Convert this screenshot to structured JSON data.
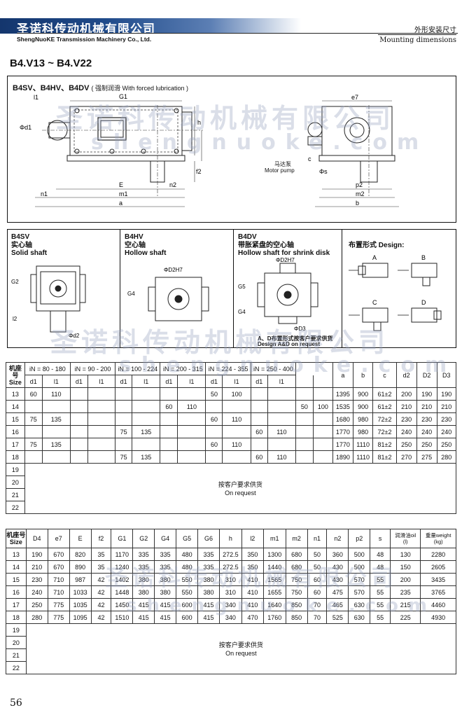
{
  "header": {
    "company_cn": "圣诺科传动机械有限公司",
    "company_en": "ShengNuoKE Transmission Machinery Co., Ltd.",
    "section_cn": "外形安装尺寸",
    "section_en": "Mounting dimensions"
  },
  "series_title": "B4.V13 ~ B4.V22",
  "watermark": {
    "cn": "圣诺科传动机械有限公司",
    "en": "shengnuoke.com"
  },
  "panel_main": {
    "caption": "B4SV、B4HV、B4DV",
    "caption_note": "( 强制润滑 With forced lubrication )",
    "motor_pump_cn": "马达泵",
    "motor_pump_en": "Motor pump",
    "labels": {
      "l1": "l1",
      "G1": "G1",
      "d1": "Φd1",
      "h": "h",
      "f2": "f2",
      "E": "E",
      "n2": "n2",
      "n1": "n1",
      "m1": "m1",
      "a": "a",
      "e7": "e7",
      "c": "c",
      "s": "Φs",
      "p2": "p2",
      "m2": "m2",
      "b": "b"
    }
  },
  "panel_shafts": {
    "sv_code": "B4SV",
    "sv_cn": "实心轴",
    "sv_en": "Solid shaft",
    "hv_code": "B4HV",
    "hv_cn": "空心轴",
    "hv_en": "Hollow shaft",
    "dv_code": "B4DV",
    "dv_cn": "带胀紧盘的空心轴",
    "dv_en": "Hollow shaft for shrink disk",
    "labels": {
      "G2": "G2",
      "l2": "l2",
      "d2": "Φd2",
      "D2H7": "ΦD2H7",
      "G4": "G4",
      "G5": "G5",
      "D3": "ΦD3"
    },
    "note_cn": "A、D布置形式按客户要求供货",
    "note_en": "Design A&D on request",
    "design_cn": "布置形式",
    "design_en": "Design:",
    "design_letters": [
      "A",
      "B",
      "C",
      "D"
    ]
  },
  "table1": {
    "size_cn": "机座号",
    "size_en": "Size",
    "ratio_groups": [
      "iN = 80 - 180",
      "iN = 90 - 200",
      "iN = 100 - 224",
      "iN = 200 - 315",
      "iN = 224 - 355",
      "iN = 250 - 400"
    ],
    "sub_headers": [
      "d1",
      "l1"
    ],
    "dim_headers": [
      "a",
      "b",
      "c",
      "d2",
      "D2",
      "D3"
    ],
    "rows": [
      [
        "13",
        "60",
        "110",
        "",
        "",
        "",
        "",
        "",
        "",
        "50",
        "100",
        "",
        "",
        "",
        "",
        "1395",
        "900",
        "61±2",
        "200",
        "190",
        "190"
      ],
      [
        "14",
        "",
        "",
        "",
        "",
        "",
        "",
        "60",
        "110",
        "",
        "",
        "",
        "",
        "50",
        "100",
        "1535",
        "900",
        "61±2",
        "210",
        "210",
        "210"
      ],
      [
        "15",
        "75",
        "135",
        "",
        "",
        "",
        "",
        "",
        "",
        "60",
        "110",
        "",
        "",
        "",
        "",
        "1680",
        "980",
        "72±2",
        "230",
        "230",
        "230"
      ],
      [
        "16",
        "",
        "",
        "",
        "",
        "75",
        "135",
        "",
        "",
        "",
        "",
        "60",
        "110",
        "",
        "",
        "1770",
        "980",
        "72±2",
        "240",
        "240",
        "240"
      ],
      [
        "17",
        "75",
        "135",
        "",
        "",
        "",
        "",
        "",
        "",
        "60",
        "110",
        "",
        "",
        "",
        "",
        "1770",
        "1110",
        "81±2",
        "250",
        "250",
        "250"
      ],
      [
        "18",
        "",
        "",
        "",
        "",
        "75",
        "135",
        "",
        "",
        "",
        "",
        "60",
        "110",
        "",
        "",
        "1890",
        "1110",
        "81±2",
        "270",
        "275",
        "280"
      ]
    ],
    "on_request_sizes": [
      "19",
      "20",
      "21",
      "22"
    ],
    "on_request_cn": "按客户要求供货",
    "on_request_en": "On request"
  },
  "table2": {
    "size_cn": "机座号",
    "size_en": "Size",
    "headers": [
      "D4",
      "e7",
      "E",
      "f2",
      "G1",
      "G2",
      "G4",
      "G5",
      "G6",
      "h",
      "l2",
      "m1",
      "m2",
      "n1",
      "n2",
      "p2",
      "s"
    ],
    "oil_cn": "润滑油oil",
    "oil_unit": "(l)",
    "weight_cn": "重量weight",
    "weight_unit": "(kg)",
    "rows": [
      [
        "13",
        "190",
        "670",
        "820",
        "35",
        "1170",
        "335",
        "335",
        "480",
        "335",
        "272.5",
        "350",
        "1300",
        "680",
        "50",
        "360",
        "500",
        "48",
        "130",
        "2280"
      ],
      [
        "14",
        "210",
        "670",
        "890",
        "35",
        "1240",
        "335",
        "335",
        "480",
        "335",
        "272.5",
        "350",
        "1440",
        "680",
        "50",
        "430",
        "500",
        "48",
        "150",
        "2605"
      ],
      [
        "15",
        "230",
        "710",
        "987",
        "42",
        "1402",
        "380",
        "380",
        "550",
        "380",
        "310",
        "410",
        "1565",
        "750",
        "60",
        "430",
        "570",
        "55",
        "200",
        "3435"
      ],
      [
        "16",
        "240",
        "710",
        "1033",
        "42",
        "1448",
        "380",
        "380",
        "550",
        "380",
        "310",
        "410",
        "1655",
        "750",
        "60",
        "475",
        "570",
        "55",
        "235",
        "3765"
      ],
      [
        "17",
        "250",
        "775",
        "1035",
        "42",
        "1450",
        "415",
        "415",
        "600",
        "415",
        "340",
        "410",
        "1640",
        "850",
        "70",
        "465",
        "630",
        "55",
        "215",
        "4460"
      ],
      [
        "18",
        "280",
        "775",
        "1095",
        "42",
        "1510",
        "415",
        "415",
        "600",
        "415",
        "340",
        "470",
        "1760",
        "850",
        "70",
        "525",
        "630",
        "55",
        "225",
        "4930"
      ]
    ],
    "on_request_sizes": [
      "19",
      "20",
      "21",
      "22"
    ],
    "on_request_cn": "按客户要求供货",
    "on_request_en": "On request"
  },
  "page_number": "56"
}
